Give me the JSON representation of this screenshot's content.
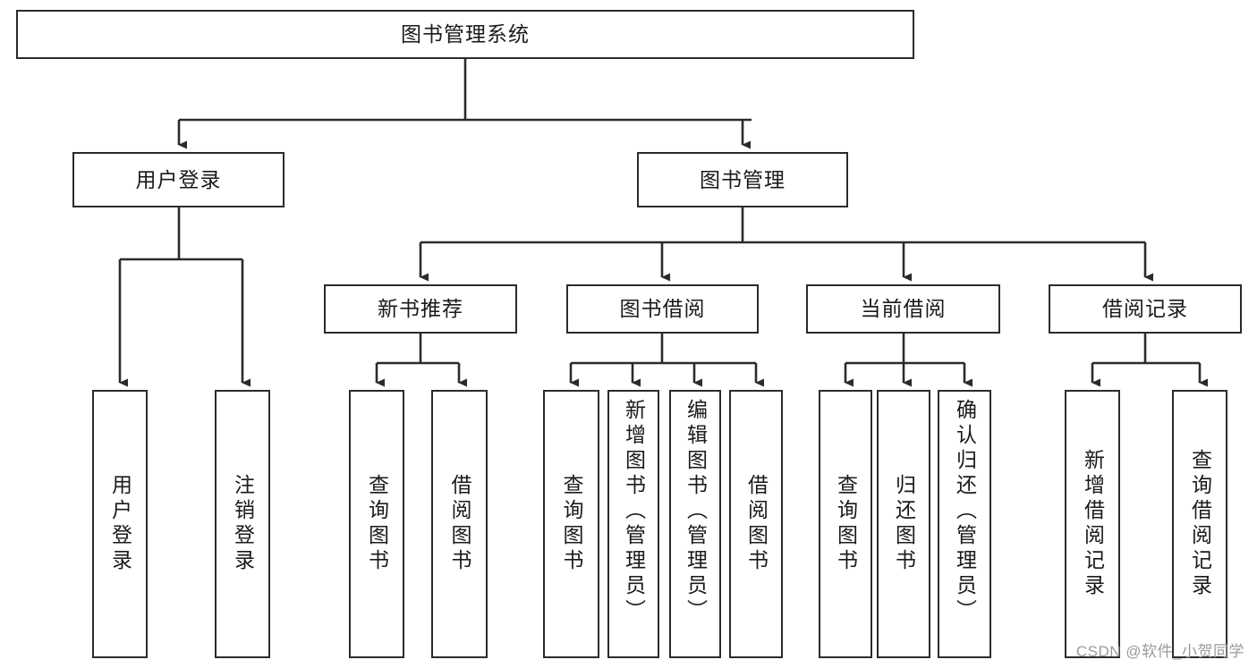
{
  "diagram": {
    "title": "图书管理系统",
    "type": "tree",
    "watermark": "CSDN @软件_小贺同学",
    "colors": {
      "box_border": "#2b2b2b",
      "box_fill": "#ffffff",
      "edge": "#2b2b2b",
      "text": "#1a1a1a",
      "watermark": "#9a9a9a"
    },
    "nodes": {
      "root": {
        "label": "图书管理系统"
      },
      "level1": [
        {
          "id": "user_login",
          "label": "用户登录"
        },
        {
          "id": "book_manage",
          "label": "图书管理"
        }
      ],
      "level2": [
        {
          "id": "new_book_rec",
          "label": "新书推荐"
        },
        {
          "id": "book_borrow",
          "label": "图书借阅"
        },
        {
          "id": "current_borrow",
          "label": "当前借阅"
        },
        {
          "id": "borrow_record",
          "label": "借阅记录"
        }
      ],
      "leaves": {
        "user_login": [
          {
            "id": "leaf_user_login",
            "label": "用户登录"
          },
          {
            "id": "leaf_logout",
            "label": "注销登录"
          }
        ],
        "new_book_rec": [
          {
            "id": "leaf_query_book_1",
            "label": "查询图书"
          },
          {
            "id": "leaf_borrow_book_1",
            "label": "借阅图书"
          }
        ],
        "book_borrow": [
          {
            "id": "leaf_query_book_2",
            "label": "查询图书"
          },
          {
            "id": "leaf_add_book",
            "label": "新增图书（管理员）"
          },
          {
            "id": "leaf_edit_book",
            "label": "编辑图书（管理员）"
          },
          {
            "id": "leaf_borrow_book_2",
            "label": "借阅图书"
          }
        ],
        "current_borrow": [
          {
            "id": "leaf_query_book_3",
            "label": "查询图书"
          },
          {
            "id": "leaf_return_book",
            "label": "归还图书"
          },
          {
            "id": "leaf_confirm_return",
            "label": "确认归还（管理员）"
          }
        ],
        "borrow_record": [
          {
            "id": "leaf_add_record",
            "label": "新增借阅记录"
          },
          {
            "id": "leaf_query_record",
            "label": "查询借阅记录"
          }
        ]
      }
    }
  }
}
